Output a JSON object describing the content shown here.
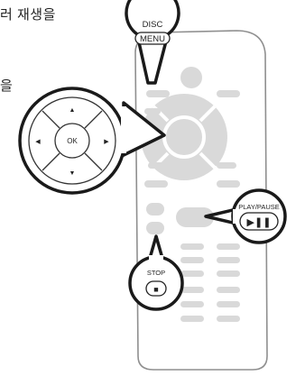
{
  "text": {
    "line1": "러 재생을",
    "line2": "을"
  },
  "callouts": {
    "disc_top": "DISC",
    "disc_bottom": "MENU",
    "ok": "OK",
    "play_pause": "PLAY/PAUSE",
    "stop": "STOP"
  },
  "icons": {
    "play_pause_glyph": "▶❚❚",
    "stop_glyph": "■",
    "arrow_up": "▲",
    "arrow_down": "▼",
    "arrow_left": "◀",
    "arrow_right": "▶"
  },
  "colors": {
    "remote_body": "#ffffff",
    "remote_button": "#d9d9d9",
    "outline": "#1a1a1a"
  }
}
